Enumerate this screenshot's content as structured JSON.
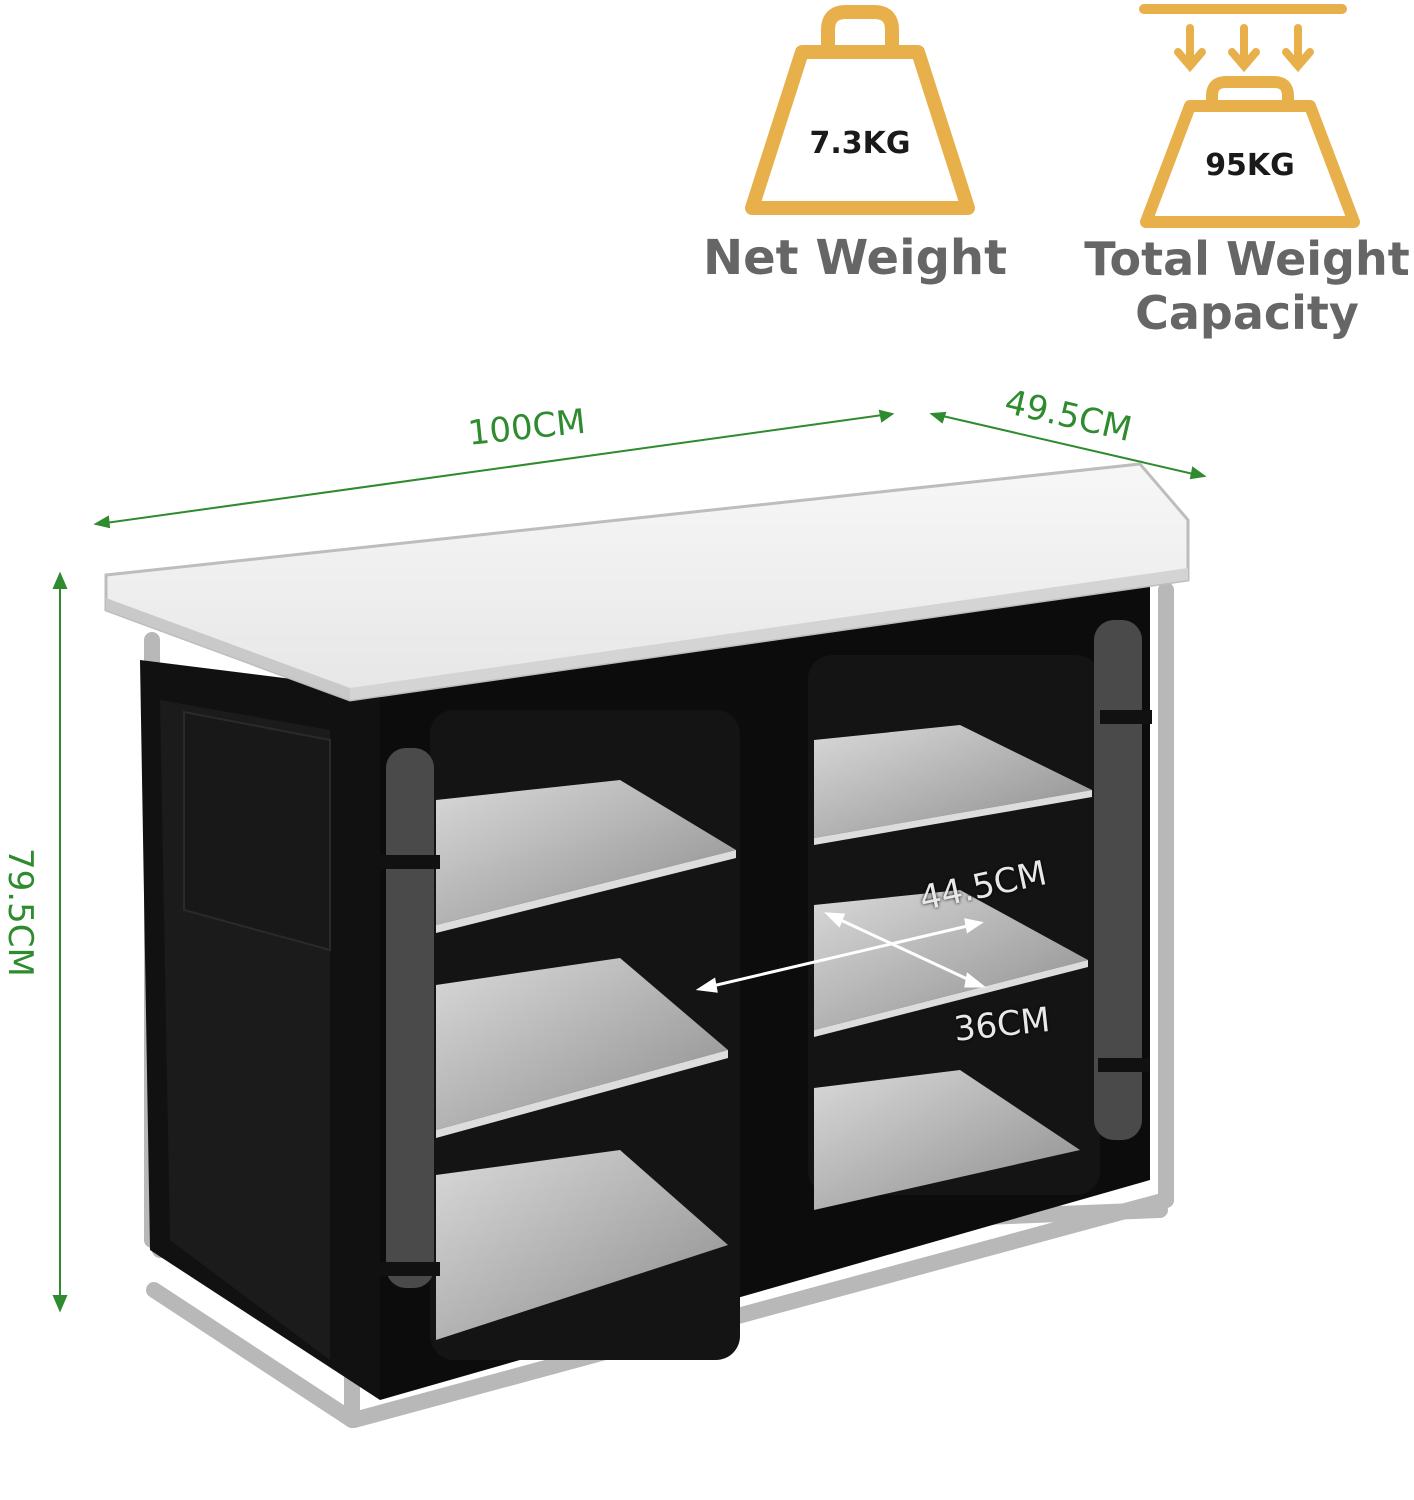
{
  "badges": {
    "net_weight": {
      "value": "7.3KG",
      "label": "Net Weight",
      "icon": "weight-icon"
    },
    "capacity": {
      "value": "95KG",
      "label_line1": "Total Weight",
      "label_line2": "Capacity",
      "icon": "load-weight-icon"
    }
  },
  "dimensions": {
    "width": "100CM",
    "depth": "49.5CM",
    "height": "79.5CM",
    "shelf_width": "44.5CM",
    "shelf_depth": "36CM"
  },
  "colors": {
    "accent_gold": "#e8b04a",
    "dimension_green": "#2e8b2e",
    "label_gray": "#666666"
  }
}
